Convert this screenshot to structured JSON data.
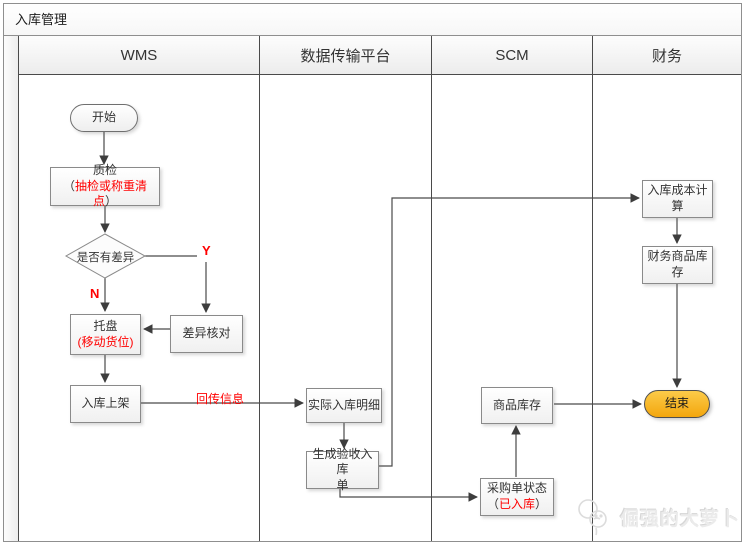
{
  "title": "入库管理",
  "lanes": [
    {
      "label": "WMS"
    },
    {
      "label": "数据传输平台"
    },
    {
      "label": "SCM"
    },
    {
      "label": "财务"
    }
  ],
  "nodes": {
    "start": {
      "label": "开始"
    },
    "qc": {
      "line1": "质检",
      "open": "（",
      "highlight": "抽检或称重清点",
      "close": "）"
    },
    "decision": {
      "label": "是否有差异"
    },
    "diff_check": {
      "label": "差异核对"
    },
    "pallet": {
      "line1": "托盘",
      "line2": "(移动货位)"
    },
    "shelving": {
      "label": "入库上架"
    },
    "actual_detail": {
      "label": "实际入库明细"
    },
    "receipt_order": {
      "line1": "生成验收入库",
      "line2": "单"
    },
    "goods_stock": {
      "label": "商品库存"
    },
    "po_status": {
      "line1": "采购单状态",
      "open": "（",
      "highlight": "已入库",
      "close": "）"
    },
    "cost_calc": {
      "label": "入库成本计算"
    },
    "fin_stock": {
      "label": "财务商品库存"
    },
    "end": {
      "label": "结束"
    }
  },
  "edge_labels": {
    "yes": "Y",
    "no": "N",
    "feedback": "回传信息"
  },
  "watermark": {
    "text": "倔强的大萝卜"
  },
  "colors": {
    "accent_red": "#FF0000",
    "end_fill": "#F5A70D",
    "line": "#4A4A4A"
  }
}
